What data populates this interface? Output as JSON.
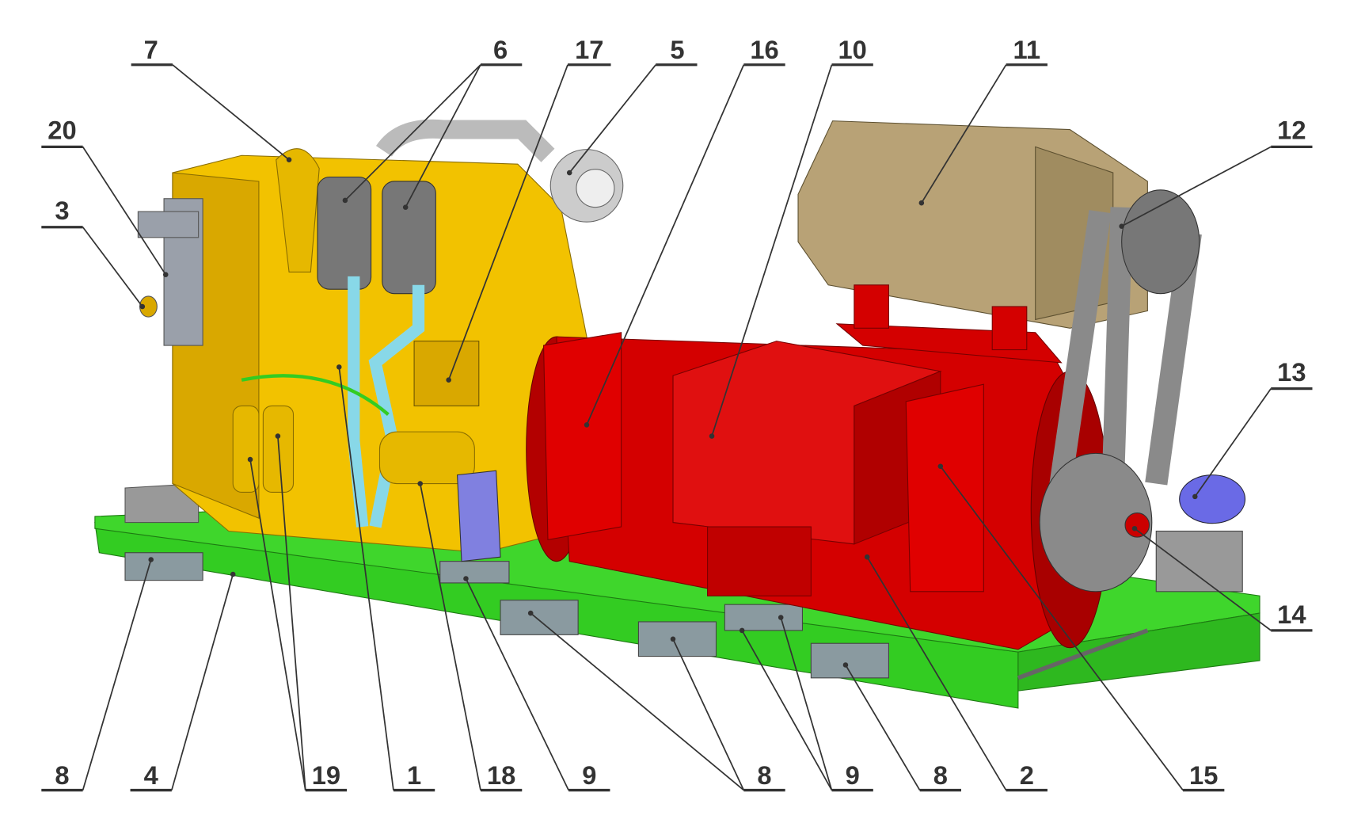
{
  "diagram": {
    "title": "Generator set assembly",
    "colors": {
      "engine": "#f2c200",
      "generator": "#d40000",
      "frame": "#33cc22",
      "motor": "#b8a276",
      "belt": "#8a8a8a",
      "coolant_pipe": "#88d8e8",
      "bracket": "#8080e0"
    },
    "callouts": {
      "c7": "7",
      "c6": "6",
      "c17": "17",
      "c5": "5",
      "c16": "16",
      "c10": "10",
      "c11": "11",
      "c12": "12",
      "c13": "13",
      "c14": "14",
      "c20": "20",
      "c3": "3",
      "b8a": "8",
      "b4": "4",
      "b19": "19",
      "b1": "1",
      "b18": "18",
      "b9a": "9",
      "b8b": "8",
      "b9b": "9",
      "b8c": "8",
      "b2": "2",
      "b15": "15"
    }
  }
}
